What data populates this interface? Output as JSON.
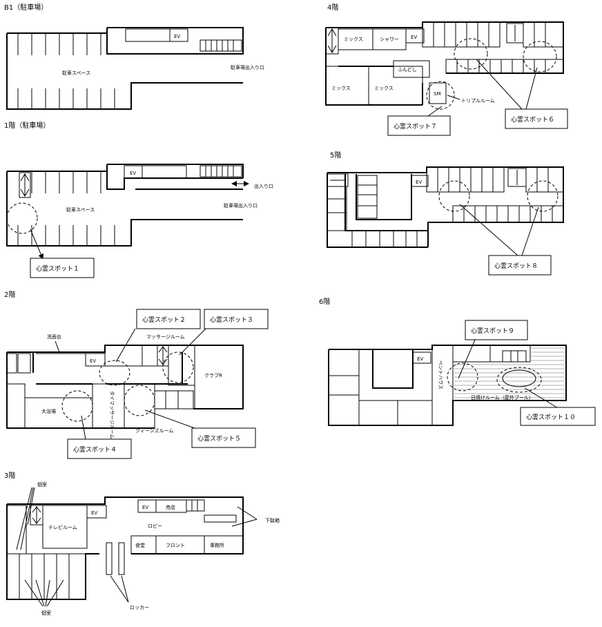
{
  "floors": {
    "b1": {
      "title": "B1（駐車場）",
      "parking": "駐車スペース",
      "exit": "駐車場出入り口",
      "ev": "EV"
    },
    "f1": {
      "title": "1階（駐車場）",
      "parking": "駐車スペース",
      "entrance": "出入り口",
      "exit": "駐車場出入り口",
      "ev": "EV"
    },
    "f2": {
      "title": "2階",
      "washbasin": "洗面台",
      "massage": "マッサージルーム",
      "club": "クラブR",
      "bath": "大浴場",
      "thai": "タイマッサージルーム",
      "queen": "クィーンズルーム",
      "ev": "EV"
    },
    "f3": {
      "title": "3階",
      "private_room_top": "個室",
      "private_room_bottom": "個室",
      "tv": "テレビルーム",
      "lobby": "ロビー",
      "shop": "売店",
      "cafe": "食堂",
      "front": "フロント",
      "office": "事務所",
      "shoebox": "下駄箱",
      "locker": "ロッカー",
      "ev1": "EV",
      "ev2": "EV"
    },
    "f4": {
      "title": "4階",
      "mix1": "ミックス",
      "mix2": "ミックス",
      "mix3": "ミックス",
      "shower": "シャワー",
      "futon": "ふんどし",
      "sm": "SM",
      "triple": "トリプルルーム",
      "ev": "EV"
    },
    "f5": {
      "title": "5階",
      "ev": "EV"
    },
    "f6": {
      "title": "6階",
      "penthouse": "ペントハウス",
      "sunroom": "日焼けルーム（屋外プール）",
      "ev": "EV"
    }
  },
  "spots": [
    "心霊スポット１",
    "心霊スポット２",
    "心霊スポット３",
    "心霊スポット４",
    "心霊スポット５",
    "心霊スポット６",
    "心霊スポット７",
    "心霊スポット８",
    "心霊スポット９",
    "心霊スポット１０"
  ]
}
